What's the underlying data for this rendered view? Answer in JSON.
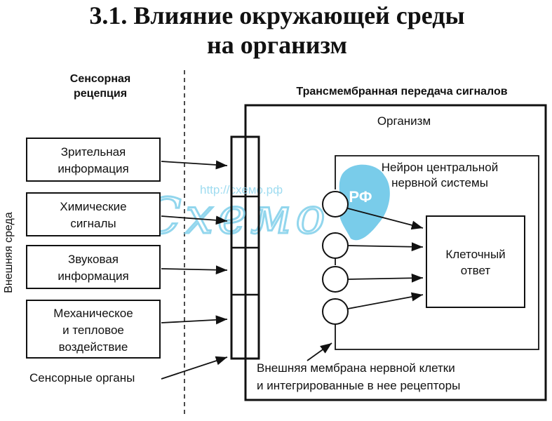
{
  "title": {
    "line1": "3.1. Влияние окружающей среды",
    "line2": "на организм"
  },
  "sensory_reception": {
    "line1": "Сенсорная",
    "line2": "рецепция"
  },
  "transmembrane_label": "Трансмембранная передача сигналов",
  "organism_label": "Организм",
  "external_env_label": "Внешняя среда",
  "inputs": [
    {
      "line1": "Зрительная",
      "line2": "информация",
      "line3": ""
    },
    {
      "line1": "Химические",
      "line2": "сигналы",
      "line3": ""
    },
    {
      "line1": "Звуковая",
      "line2": "информация",
      "line3": ""
    },
    {
      "line1": "Механическое",
      "line2": "и тепловое",
      "line3": "воздействие"
    }
  ],
  "sensory_organs_label": "Сенсорные органы",
  "neuron_label": {
    "line1": "Нейрон центральной",
    "line2": "нервной системы"
  },
  "cell_response": {
    "line1": "Клеточный",
    "line2": "ответ"
  },
  "membrane_label": {
    "line1": "Внешняя мембрана нервной клетки",
    "line2": "и интегрированные в нее рецепторы"
  },
  "watermark": {
    "url": "http://схемо.рф",
    "big": "Схемо",
    "badge": "РФ"
  },
  "colors": {
    "watermark": "#7fcfea",
    "badge": "#3bb4e0"
  }
}
